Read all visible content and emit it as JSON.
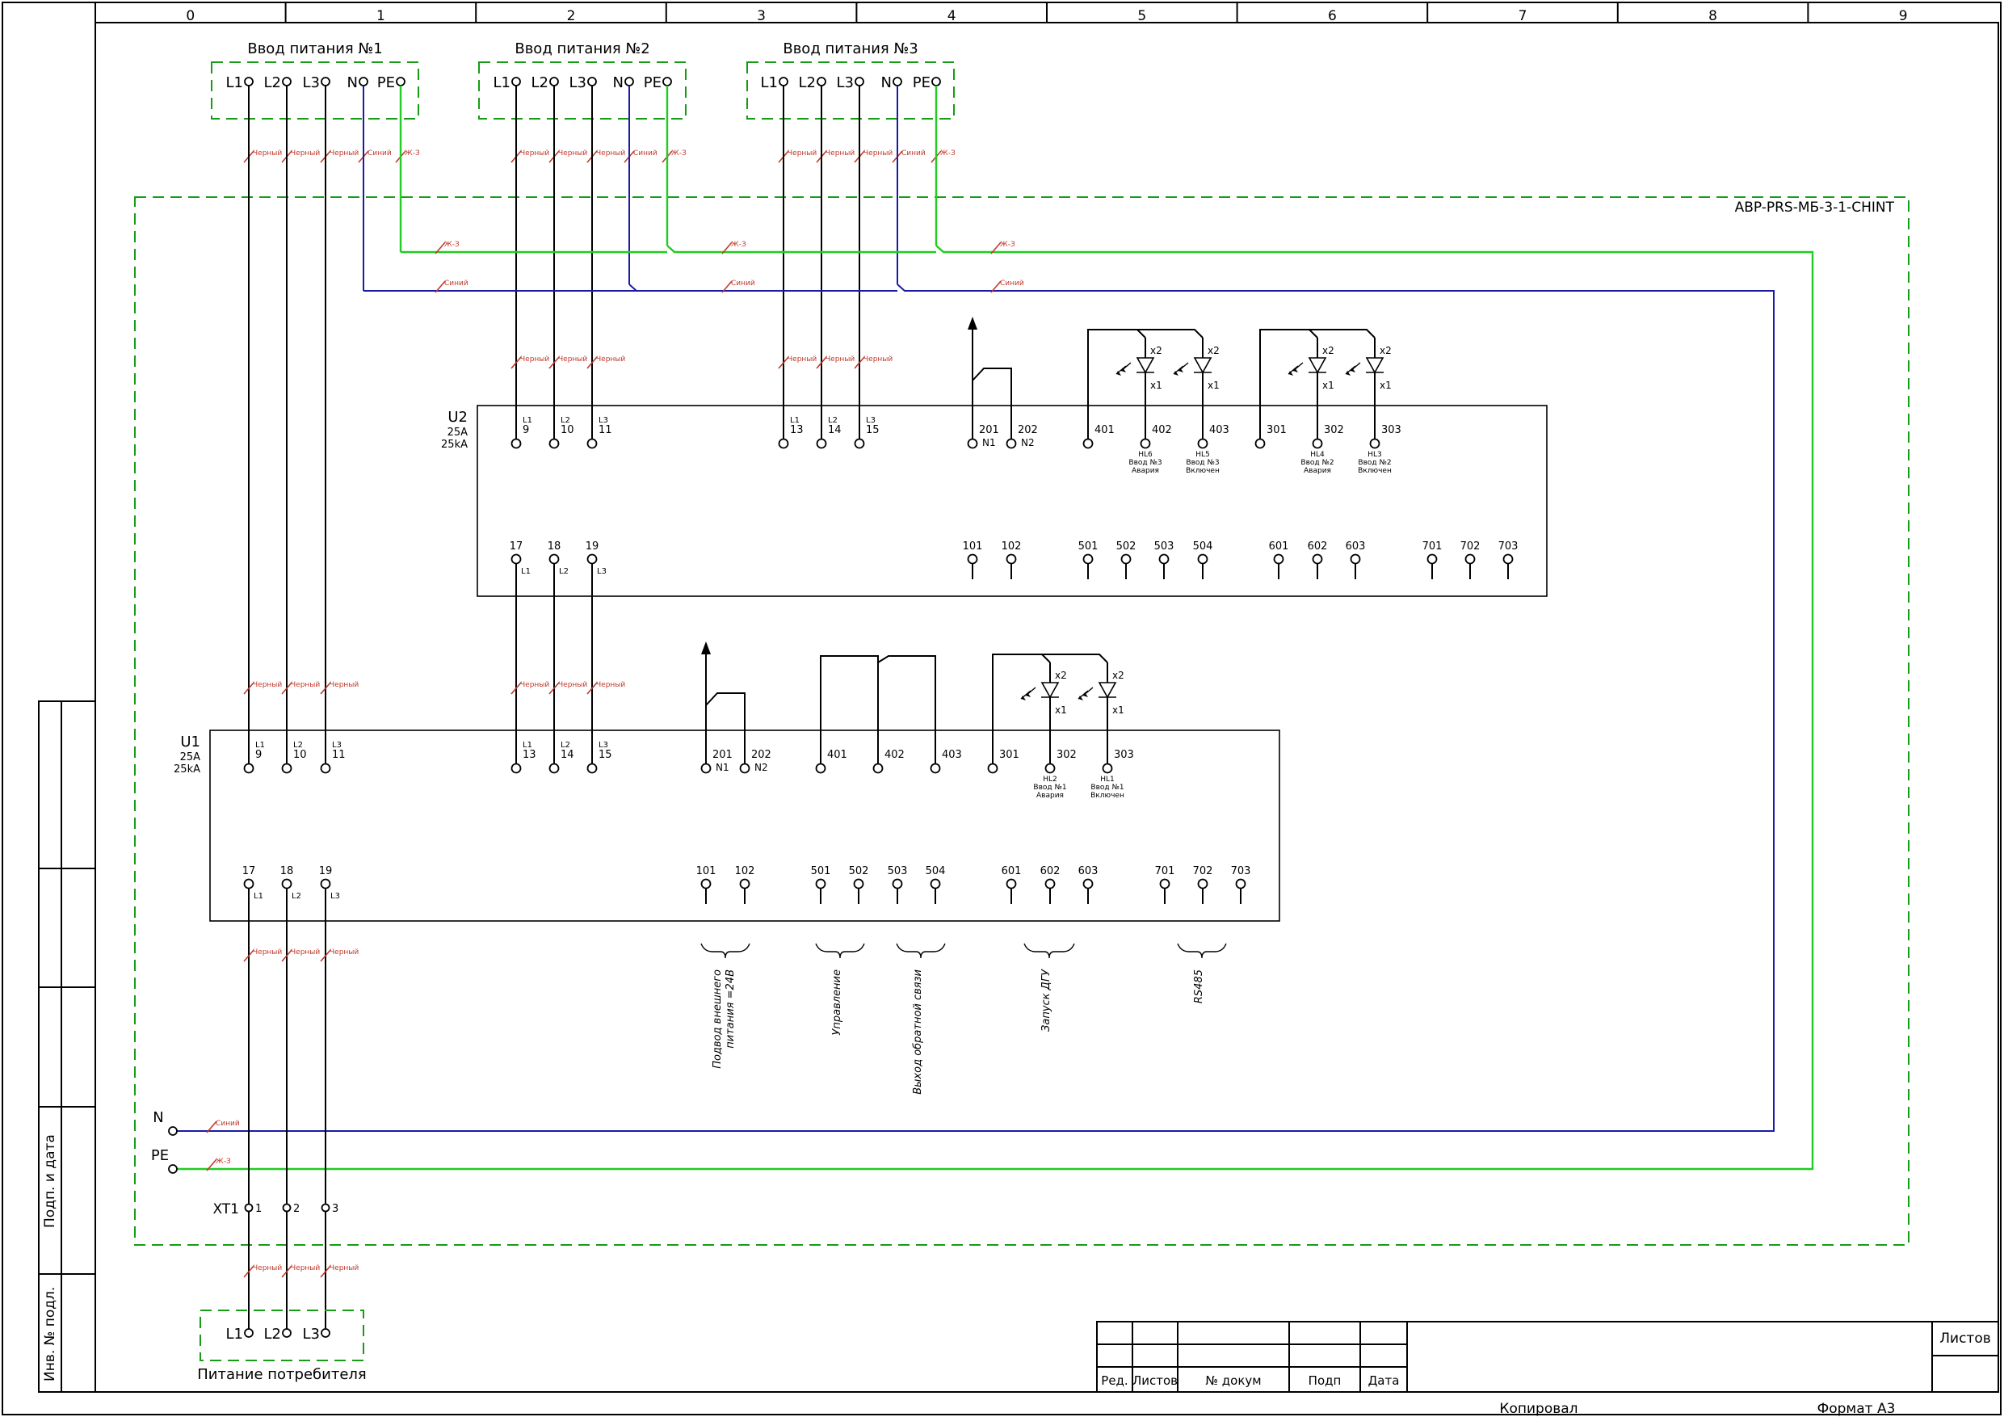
{
  "grid_columns": [
    "0",
    "1",
    "2",
    "3",
    "4",
    "5",
    "6",
    "7",
    "8",
    "9"
  ],
  "inputs": [
    {
      "title": "Ввод питания №1",
      "terminals": [
        "L1",
        "L2",
        "L3",
        "N",
        "PE"
      ]
    },
    {
      "title": "Ввод питания №2",
      "terminals": [
        "L1",
        "L2",
        "L3",
        "N",
        "PE"
      ]
    },
    {
      "title": "Ввод питания №3",
      "terminals": [
        "L1",
        "L2",
        "L3",
        "N",
        "PE"
      ]
    }
  ],
  "wire_colors": {
    "black": "Черный",
    "blue": "Синий",
    "pe": "Ж-З"
  },
  "colors": {
    "blue_wire": "#1a1aa8",
    "green_wire": "#22cc22",
    "dashed_border": "#169c16",
    "cable_mark": "#c0392b"
  },
  "assembly_label": "ABP-PRS-МБ-3-1-CHINT",
  "u2": {
    "name": "U2",
    "rating": "25A",
    "breaking": "25kA",
    "top_terminals": [
      "9",
      "10",
      "11",
      "13",
      "14",
      "15",
      "201",
      "202",
      "401",
      "402",
      "403",
      "301",
      "302",
      "303"
    ],
    "top_phase_labels": [
      "L1",
      "L2",
      "L3",
      "L1",
      "L2",
      "L3"
    ],
    "n_labels": [
      "N1",
      "N2"
    ],
    "bottom_terminals": [
      "17",
      "18",
      "19",
      "101",
      "102",
      "501",
      "502",
      "503",
      "504",
      "601",
      "602",
      "603",
      "701",
      "702",
      "703"
    ],
    "bottom_phase_labels": [
      "L1",
      "L2",
      "L3"
    ],
    "leds": [
      {
        "id": "HL6",
        "line1": "Ввод №3",
        "line2": "Авария"
      },
      {
        "id": "HL5",
        "line1": "Ввод №3",
        "line2": "Включен"
      },
      {
        "id": "HL4",
        "line1": "Ввод №2",
        "line2": "Авария"
      },
      {
        "id": "HL3",
        "line1": "Ввод №2",
        "line2": "Включен"
      }
    ]
  },
  "u1": {
    "name": "U1",
    "rating": "25A",
    "breaking": "25kA",
    "top_terminals": [
      "9",
      "10",
      "11",
      "13",
      "14",
      "15",
      "201",
      "202",
      "401",
      "402",
      "403",
      "301",
      "302",
      "303"
    ],
    "top_phase_labels": [
      "L1",
      "L2",
      "L3",
      "L1",
      "L2",
      "L3"
    ],
    "n_labels": [
      "N1",
      "N2"
    ],
    "bottom_terminals": [
      "17",
      "18",
      "19",
      "101",
      "102",
      "501",
      "502",
      "503",
      "504",
      "601",
      "602",
      "603",
      "701",
      "702",
      "703"
    ],
    "bottom_phase_labels": [
      "L1",
      "L2",
      "L3"
    ],
    "leds": [
      {
        "id": "HL2",
        "line1": "Ввод №1",
        "line2": "Авария"
      },
      {
        "id": "HL1",
        "line1": "Ввод №1",
        "line2": "Включен"
      }
    ]
  },
  "led_pins": {
    "anode": "x2",
    "cathode": "x1"
  },
  "groups": [
    {
      "line1": "Подвод внешнего",
      "line2": "питания =24В"
    },
    {
      "line1": "Управление",
      "line2": ""
    },
    {
      "line1": "Выход обратной связи",
      "line2": ""
    },
    {
      "line1": "Запуск ДГУ",
      "line2": ""
    },
    {
      "line1": "RS485",
      "line2": ""
    }
  ],
  "bus": {
    "n": "N",
    "pe": "PE"
  },
  "xt1": {
    "name": "XT1",
    "terminals": [
      "1",
      "2",
      "3"
    ]
  },
  "output": {
    "title": "Питание потребителя",
    "terminals": [
      "L1",
      "L2",
      "L3"
    ]
  },
  "side_stamp": {
    "sign_date": "Подп. и дата",
    "inv_no": "Инв. № подл."
  },
  "title_block": {
    "cols": [
      "Ред.",
      "Листов",
      "№ докум",
      "Подп",
      "Дата"
    ],
    "sheets": "Листов",
    "copied": "Копировал",
    "format": "Формат А3"
  }
}
